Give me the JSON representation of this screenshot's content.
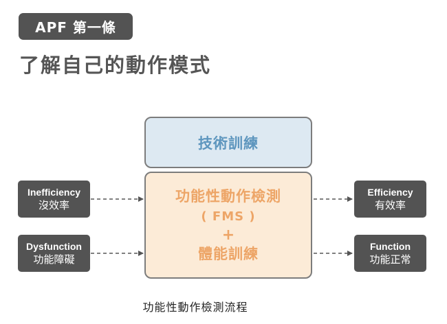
{
  "badge": {
    "text": "APF 第一條"
  },
  "heading": {
    "text": "了解自己的動作模式"
  },
  "diagram": {
    "top_box": {
      "label": "技術訓練"
    },
    "center_box": {
      "line1": "功能性動作檢測",
      "line2": "( FMS )",
      "plus": "+",
      "line3": "體能訓練"
    },
    "left_boxes": [
      {
        "en": "Inefficiency",
        "zh": "沒效率"
      },
      {
        "en": "Dysfunction",
        "zh": "功能障礙"
      }
    ],
    "right_boxes": [
      {
        "en": "Efficiency",
        "zh": "有效率"
      },
      {
        "en": "Function",
        "zh": "功能正常"
      }
    ]
  },
  "caption": {
    "text": "功能性動作檢測流程"
  },
  "colors": {
    "dark_box": "#535353",
    "top_box_fill": "#dde9f2",
    "top_box_text": "#5e96be",
    "center_box_fill": "#fcebd7",
    "center_box_text": "#eda567",
    "box_border": "#7c7c7c",
    "arrow": "#555555"
  }
}
